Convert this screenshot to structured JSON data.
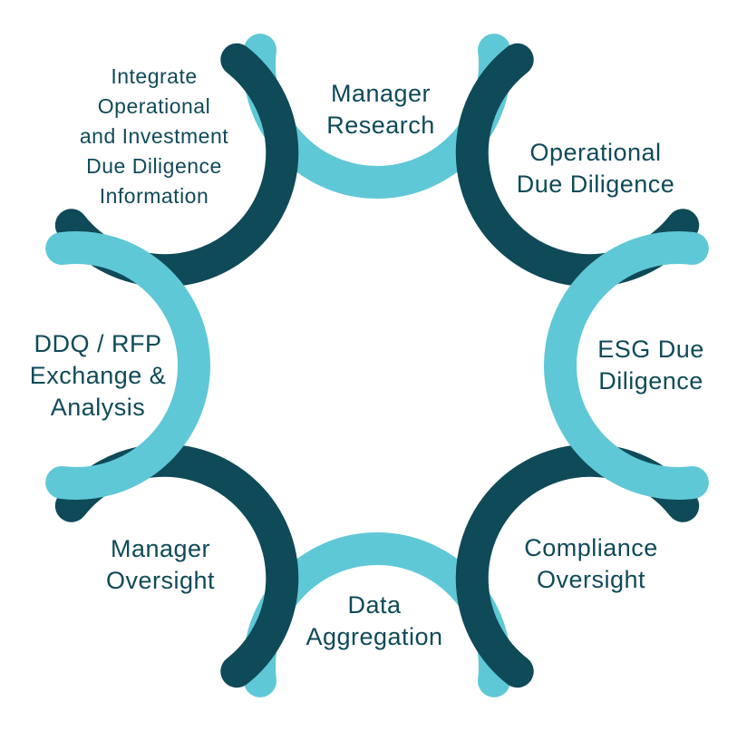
{
  "colors": {
    "dark": "#0f4a58",
    "light": "#5fc8d6",
    "text": "#0f4a58"
  },
  "segments": [
    {
      "id": "top",
      "label": [
        "Manager",
        "Research"
      ],
      "tone": "light"
    },
    {
      "id": "top-right",
      "label": [
        "Operational",
        "Due Diligence"
      ],
      "tone": "dark"
    },
    {
      "id": "right",
      "label": [
        "ESG Due",
        "Diligence"
      ],
      "tone": "light"
    },
    {
      "id": "bottom-right",
      "label": [
        "Compliance",
        "Oversight"
      ],
      "tone": "dark"
    },
    {
      "id": "bottom",
      "label": [
        "Data",
        "Aggregation"
      ],
      "tone": "light"
    },
    {
      "id": "bottom-left",
      "label": [
        "Manager",
        "Oversight"
      ],
      "tone": "dark"
    },
    {
      "id": "left",
      "label": [
        "DDQ / RFP",
        "Exchange &",
        "Analysis"
      ],
      "tone": "light"
    },
    {
      "id": "top-left",
      "label": [
        "Integrate",
        "Operational",
        "and Investment",
        "Due Diligence",
        "Information"
      ],
      "tone": "dark"
    }
  ]
}
